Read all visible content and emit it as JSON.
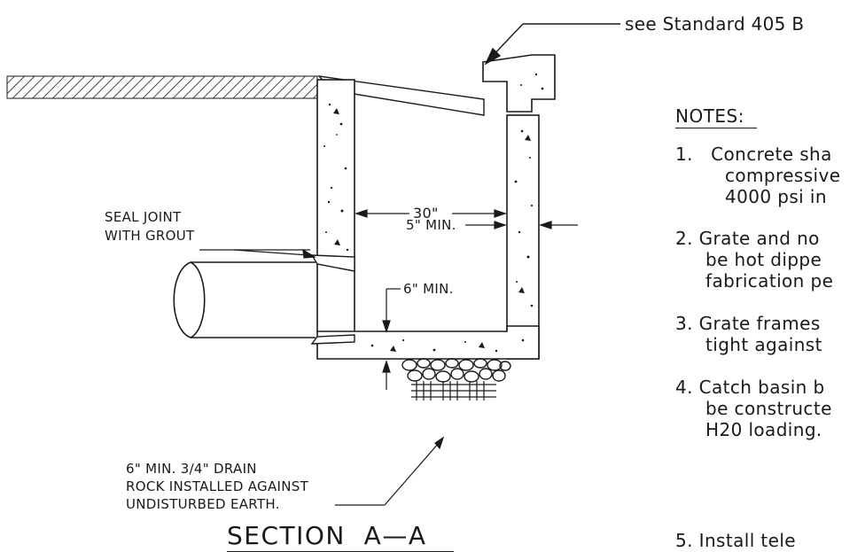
{
  "callout": {
    "text": "see Standard 405 B"
  },
  "labels": {
    "seal_line1": "SEAL JOINT",
    "seal_line2": "WITH GROUT",
    "dim_30": "30\"",
    "dim_5min": "5\" MIN.",
    "dim_6min": "6\" MIN.",
    "drain_line1": "6\" MIN. 3/4\" DRAIN",
    "drain_line2": "ROCK INSTALLED AGAINST",
    "drain_line3": "UNDISTURBED EARTH."
  },
  "section_title": "SECTION  A—A",
  "notes": {
    "heading": "NOTES:",
    "n1_l1": "1.   Concrete sha",
    "n1_l2": "compressive",
    "n1_l3": "4000 psi in",
    "n2_l1": "2. Grate and no",
    "n2_l2": "be hot dippe",
    "n2_l3": "fabrication pe",
    "n3_l1": "3. Grate frames",
    "n3_l2": "tight against",
    "n4_l1": "4. Catch basin b",
    "n4_l2": "be constructe",
    "n4_l3": "H20 loading.",
    "n5_l1": "5. Install tele"
  }
}
